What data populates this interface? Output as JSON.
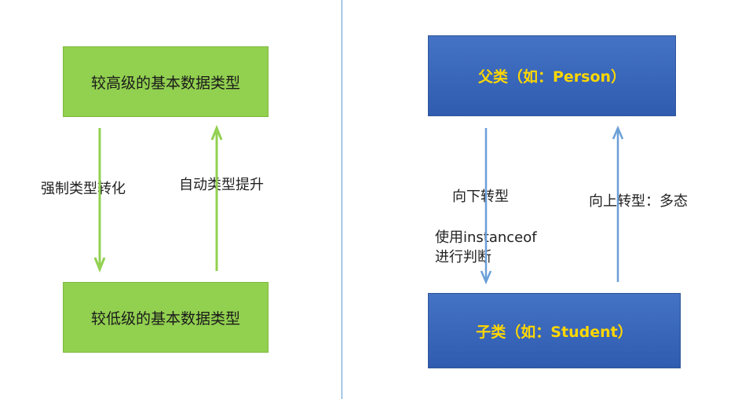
{
  "left": {
    "top_box": "较高级的基本数据类型",
    "bottom_box": "较低级的基本数据类型",
    "down_label": "强制类型转化",
    "up_label": "自动类型提升"
  },
  "right": {
    "top_box": "父类（如：Person）",
    "bottom_box": "子类（如：Student）",
    "down_label": "向下转型",
    "down_note_line1": "使用instanceof",
    "down_note_line2": "进行判断",
    "up_label": "向上转型：多态"
  },
  "colors": {
    "green_box": "#92d050",
    "blue_box": "#4472c4",
    "blue_text": "#ffd700",
    "green_arrow": "#92d050",
    "blue_arrow": "#6a9fd8",
    "divider": "#5b9bd5"
  }
}
